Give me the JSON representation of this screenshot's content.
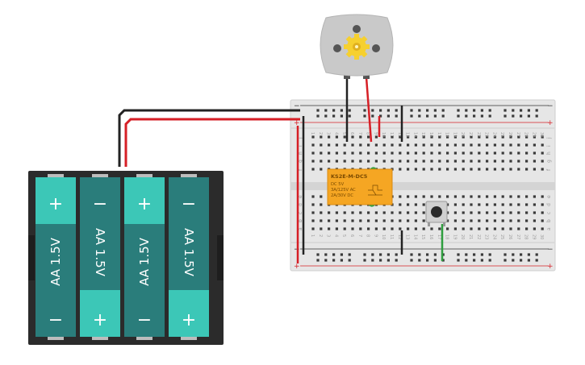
{
  "battery_pack": {
    "cells": [
      {
        "label": "AA 1.5V",
        "top_sign": "+",
        "bottom_sign": "−"
      },
      {
        "label": "AA 1.5V",
        "top_sign": "−",
        "bottom_sign": "+"
      },
      {
        "label": "AA 1.5V",
        "top_sign": "+",
        "bottom_sign": "−"
      },
      {
        "label": "AA 1.5V",
        "top_sign": "−",
        "bottom_sign": "+"
      }
    ]
  },
  "relay": {
    "model": "KS2E-M-DC5",
    "specs": [
      "DC 5V",
      "3A/125V AC",
      "2A/30V DC"
    ]
  },
  "breadboard": {
    "row_letters_top": [
      "j",
      "i",
      "h",
      "g",
      "f"
    ],
    "row_letters_bottom": [
      "e",
      "d",
      "c",
      "b",
      "a"
    ],
    "rail_plus": "+",
    "rail_minus": "−",
    "column_count": 30
  },
  "colors": {
    "wire_red": "#d61f26",
    "wire_black": "#222222",
    "wire_green": "#2e9e3e",
    "battery_cell": "#2a7d7b",
    "battery_cap": "#3cc7b7",
    "battery_case": "#2b2b2b",
    "relay_body": "#f5a623",
    "motor_body": "#c9c9c9",
    "gear": "#f6d02f",
    "breadboard": "#e6e6e6"
  },
  "icons": [
    "battery-icon",
    "motor-icon",
    "gear-icon",
    "relay-icon",
    "pushbutton-icon",
    "breadboard-icon"
  ]
}
